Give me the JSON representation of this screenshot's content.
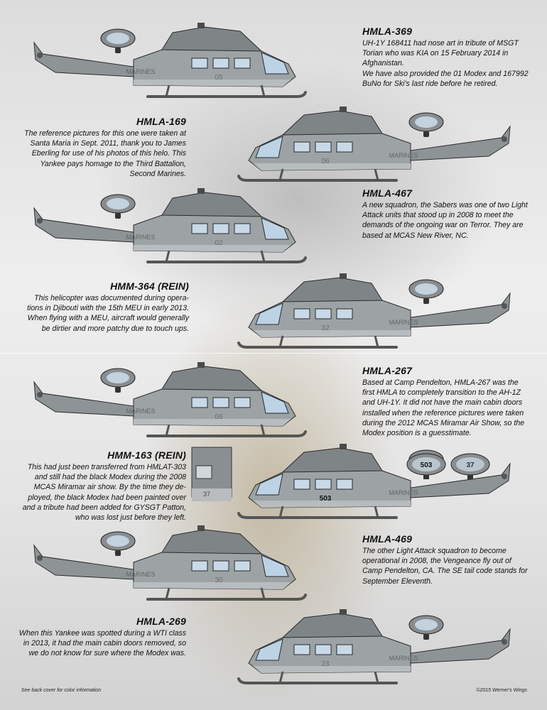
{
  "entries": [
    {
      "title": "HMLA-369",
      "body": "UH-1Y 168411 had nose art in tribute of MSGT\nTorian who was KIA on 15 February 2014 in\nAfghanistan.\nWe have also provided the 01 Modex and 167992\nBuNo for Ski's last ride before he retired."
    },
    {
      "title": "HMLA-169",
      "body": "The reference pictures for this one were taken at\nSanta Maria  in Sept. 2011, thank you to James\nEberling for use of his photos of this helo.  This\nYankee pays homage to the Third Battalion,\nSecond Marines."
    },
    {
      "title": "HMLA-467",
      "body": "A new squadron, the Sabers was one of two Light\nAttack units that stood up in 2008 to meet the\ndemands of the ongoing war on Terror. They are\nbased at MCAS New River, NC."
    },
    {
      "title": "HMM-364 (REIN)",
      "body": "This helicopter was documented during opera-\ntions in Djibouti with the 15th MEU in early 2013.\nWhen flying with a MEU, aircraft would generally\nbe dirtier and more  patchy due to touch ups."
    },
    {
      "title": "HMLA-267",
      "body": "Based at Camp Pendelton, HMLA-267 was the\nfirst HMLA to completely transition to the  AH-1Z\nand UH-1Y. It did not have the main cabin doors\ninstalled when the reference pictures were taken\nduring the 2012 MCAS Miramar Air Show, so the\nModex position is a guesstimate."
    },
    {
      "title": "HMM-163 (REIN)",
      "body": "This had just been transferred from HMLAT-303\nand still had the black Modex  during the 2008\nMCAS Miramar air show. By the time they de-\nployed, the black Modex had been painted over\nand a tribute had been added for GYSGT Patton,\nwho was lost just before they left."
    },
    {
      "title": "HMLA-469",
      "body": "The other Light Attack squadron to become\noperational in 2008, the Vengeance fly out of\nCamp Pendelton, CA. The SE tail code stands for\nSeptember Eleventh."
    },
    {
      "title": "HMLA-269",
      "body": "When this Yankee was spotted during a WTI class\nin 2013, it had the main cabin doors removed, so\nwe do not know for sure where the Modex was."
    }
  ],
  "helicopters": [
    {
      "facing": "right",
      "modex": "05",
      "marking": "MARINES"
    },
    {
      "facing": "left",
      "modex": "06",
      "marking": "MARINES"
    },
    {
      "facing": "right",
      "modex": "02",
      "marking": "MARINES"
    },
    {
      "facing": "left",
      "modex": "32",
      "marking": "MARINES"
    },
    {
      "facing": "right",
      "modex": "06",
      "marking": "MARINES"
    },
    {
      "facing": "left",
      "modex": "503",
      "marking": "MARINES"
    },
    {
      "facing": "right",
      "modex": "30",
      "marking": "MARINES"
    },
    {
      "facing": "left",
      "modex": "23",
      "marking": "MARINES"
    }
  ],
  "extra_decals": {
    "nose_503": "503",
    "nose_37": "37",
    "partial_37": "37"
  },
  "footer": {
    "left": "See back cover for color information",
    "right": "©2015 Werner's Wings"
  }
}
